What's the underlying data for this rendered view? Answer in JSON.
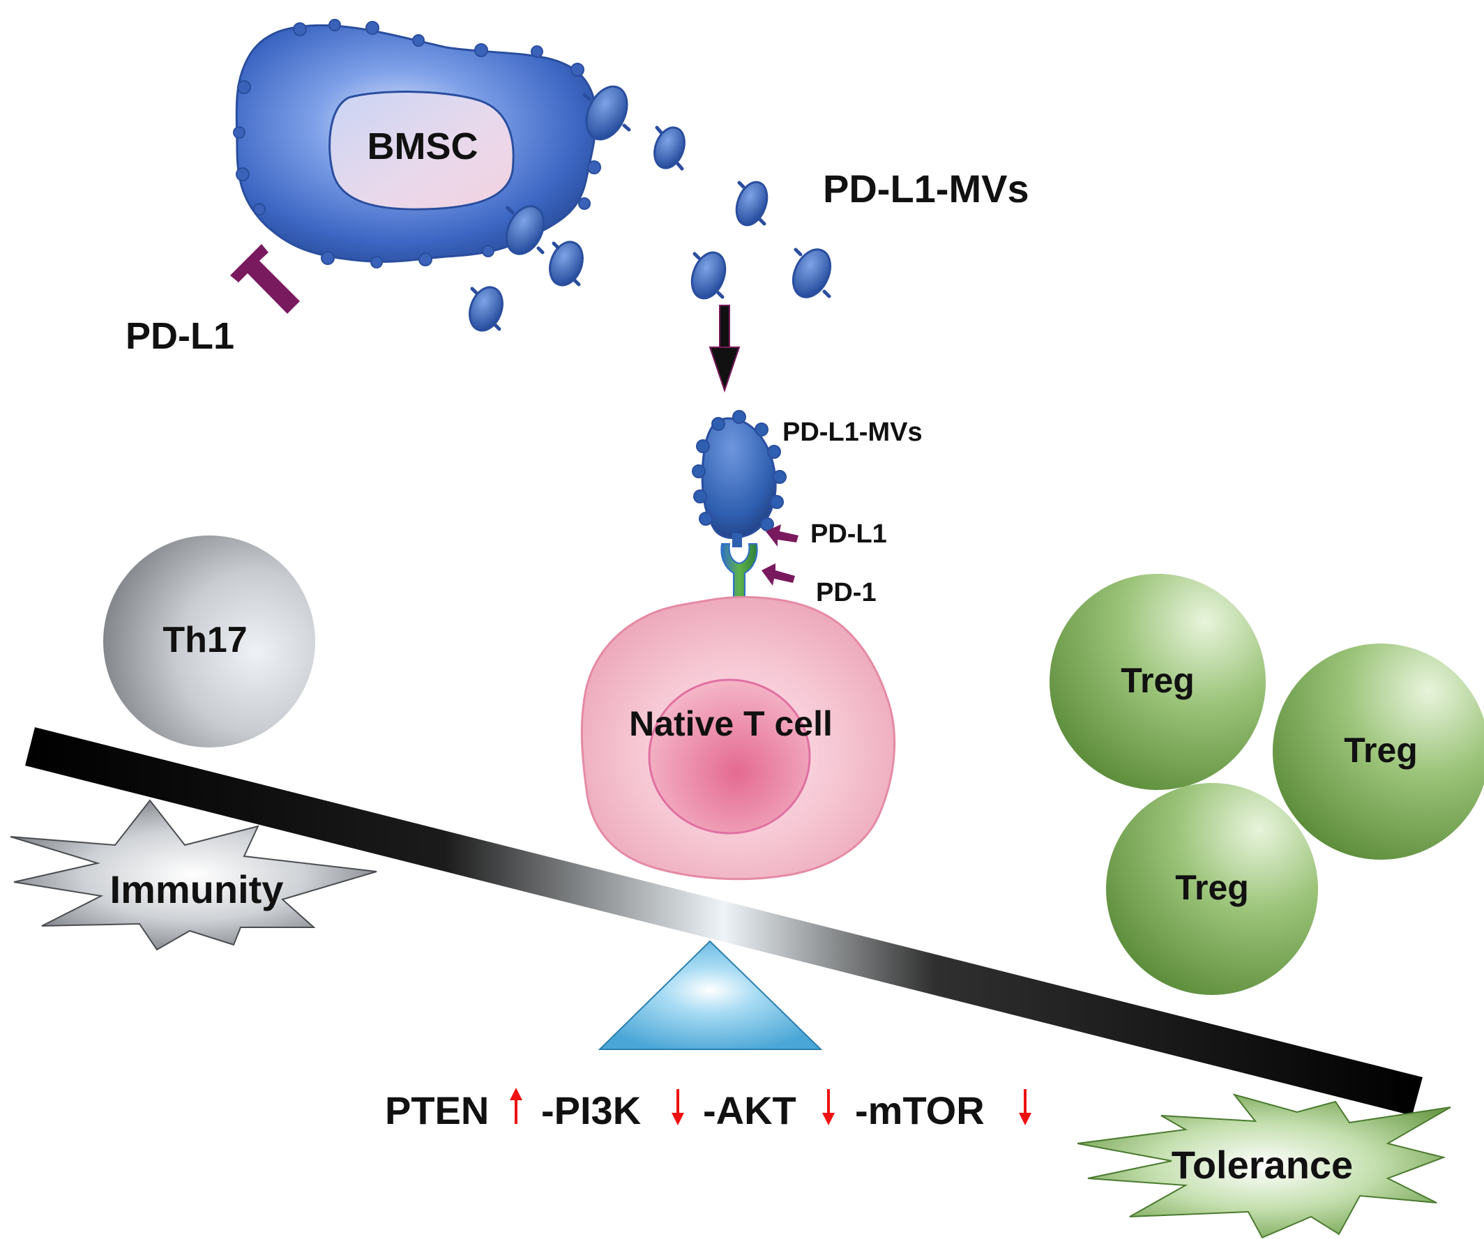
{
  "labels": {
    "bmsc": "BMSC",
    "pdl1_left": "PD-L1",
    "pdl1_mvs_top": "PD-L1-MVs",
    "pdl1_mvs_small": "PD-L1-MVs",
    "pdl1_small": "PD-L1",
    "pd1": "PD-1",
    "native_t_cell": "Native T cell",
    "th17": "Th17",
    "treg_1": "Treg",
    "treg_2": "Treg",
    "treg_3": "Treg",
    "immunity": "Immunity",
    "tolerance": "Tolerance"
  },
  "pathway": {
    "pten": "PTEN",
    "pi3k": "-PI3K",
    "akt": "-AKT",
    "mtor": "-mTOR"
  },
  "colors": {
    "bmsc_blue": "#2f5fb8",
    "pdl1_arrow": "#7a1a5e",
    "t_cell_pink": "#f2aec0",
    "treg_green": "#7aaa50",
    "th17_gray": "#a9acb0",
    "fulcrum_blue": "#5cb4e0",
    "up_down_arrows": "#ee1111"
  }
}
